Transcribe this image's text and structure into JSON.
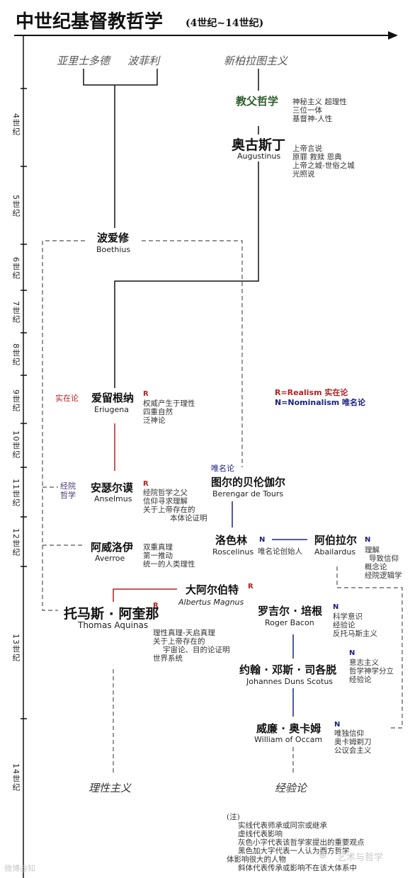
{
  "title": "中世纪基督教哲学",
  "subtitle": "(4世纪~14世纪)",
  "origins": {
    "aristotle": "亚里士多德",
    "porphyry": "波菲利",
    "neoplatonism": "新柏拉图主义"
  },
  "centuries": [
    "4世纪",
    "5世纪",
    "6世纪",
    "7世纪",
    "8世纪",
    "9世纪",
    "10世纪",
    "11世纪",
    "12世纪",
    "13世纪",
    "14世纪"
  ],
  "patristics": {
    "label": "教父哲学",
    "ideas": [
      "神秘主义  超理性",
      "三位一体",
      "基督神-人性"
    ]
  },
  "augustinus": {
    "name": "奥古斯丁",
    "latin": "Augustinus",
    "ideas": [
      "上帝言说",
      "原罪  救赎  恩典",
      "上帝之城-世俗之城",
      "光照说"
    ]
  },
  "boethius": {
    "name": "波爱修",
    "latin": "Boethius"
  },
  "eriugena": {
    "school": "实在论",
    "name": "爱留根纳",
    "latin": "Eriugena",
    "tag": "R",
    "ideas": [
      "权威产生于理性",
      "四重自然",
      "泛神论"
    ]
  },
  "anselmus": {
    "school_line1": "经院",
    "school_line2": "哲学",
    "name": "安瑟尔谟",
    "latin": "Anselmus",
    "tag": "R",
    "ideas": [
      "经院哲学之父",
      "信仰寻求理解",
      "关于上帝存在的",
      "本体论证明"
    ]
  },
  "berengar": {
    "school": "唯名论",
    "name": "图尔的贝伦伽尔",
    "latin": "Berengar de Tours"
  },
  "averroe": {
    "name": "阿威洛伊",
    "latin": "Averroe",
    "ideas": [
      "双重真理",
      "第一推动",
      "统一的人类理性"
    ]
  },
  "roscelinus": {
    "name": "洛色林",
    "latin": "Roscelinus",
    "tag": "N",
    "note": "唯名论创始人"
  },
  "abailardus": {
    "name": "阿伯拉尔",
    "latin": "Abailardus",
    "tag": "N",
    "ideas": [
      "理解",
      "导致信仰",
      "概念论",
      "经院逻辑学"
    ]
  },
  "albertus": {
    "name": "大阿尔伯特",
    "latin": "Albertus Magnus",
    "tag": "R"
  },
  "aquinas": {
    "name": "托马斯 · 阿奎那",
    "latin": "Thomas Aquinas",
    "tag": "R",
    "ideas": [
      "理性真理-天启真理",
      "关于上帝存在的",
      "宇宙论、目的论证明",
      "世界系统"
    ]
  },
  "bacon": {
    "name": "罗吉尔 · 培根",
    "latin": "Roger Bacon",
    "tag": "N",
    "ideas": [
      "科学意识",
      "经验论",
      "反托马斯主义"
    ]
  },
  "scotus": {
    "name": "约翰 · 邓斯 · 司各脱",
    "latin": "Johannes Duns Scotus",
    "tag": "N",
    "ideas": [
      "意志主义",
      "哲学神学分立",
      "经验论"
    ]
  },
  "occam": {
    "name": "威廉 · 奥卡姆",
    "latin": "William of Occam",
    "tag": "N",
    "ideas": [
      "唯独信仰",
      "奥卡姆剃刀",
      "公议会主义"
    ]
  },
  "legend": {
    "realism": "R=Realism 实在论",
    "nominalism": "N=Nominalism 唯名论"
  },
  "conclusions": {
    "rationalism": "理性主义",
    "empiricism": "经验论"
  },
  "notes": [
    "(注)",
    "实线代表师承或同宗或继承",
    "虚线代表影响",
    "灰色小字代表该哲学家提出的重要观点",
    "黑色加大字代表一人认为西方哲学",
    "体影响很大的人物",
    "斜体代表传承或影响不在该大体系中"
  ],
  "watermarks": {
    "right": "艺术与哲学",
    "left": "微博@知"
  },
  "colors": {
    "realism": "#b22222",
    "nominalism": "#1a237e",
    "line": "#111111"
  }
}
